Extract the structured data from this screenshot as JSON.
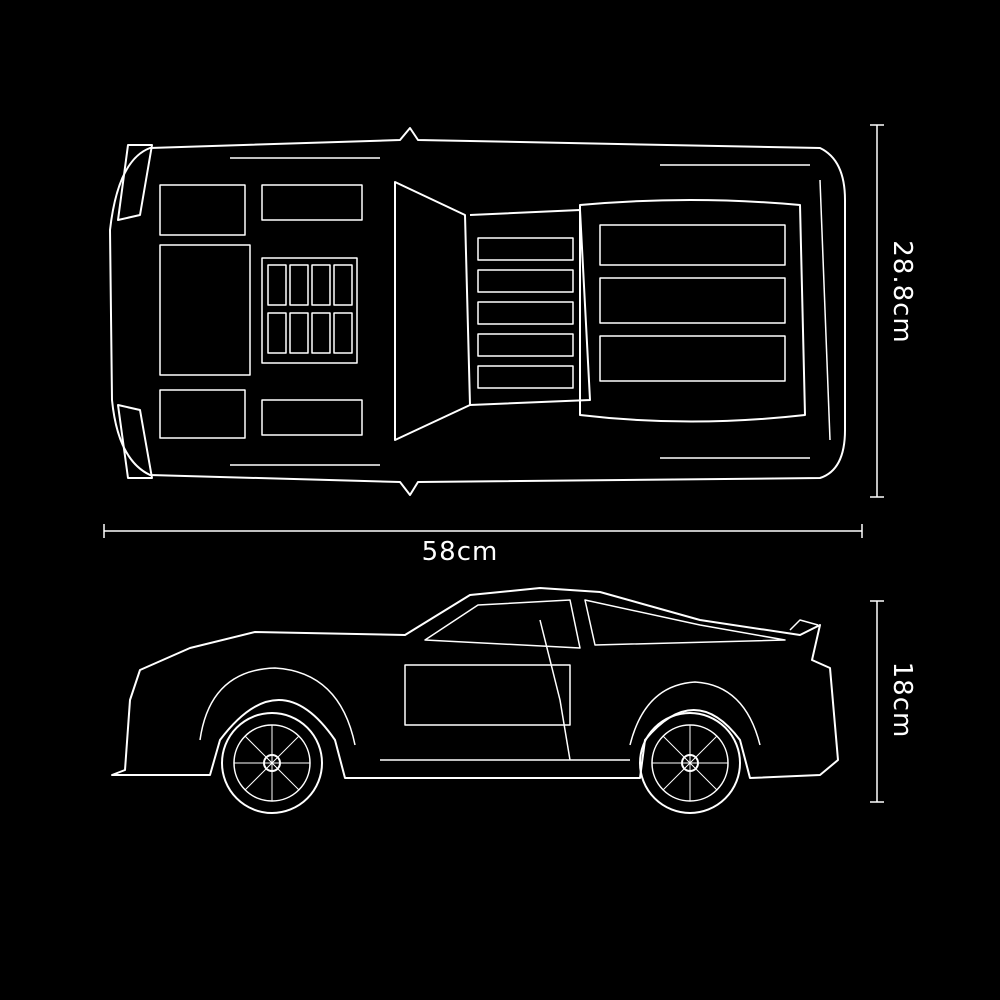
{
  "dimensions": {
    "width_label": "28.8cm",
    "length_label": "58cm",
    "height_label": "18cm"
  },
  "colors": {
    "background": "#000000",
    "line": "#ffffff"
  }
}
